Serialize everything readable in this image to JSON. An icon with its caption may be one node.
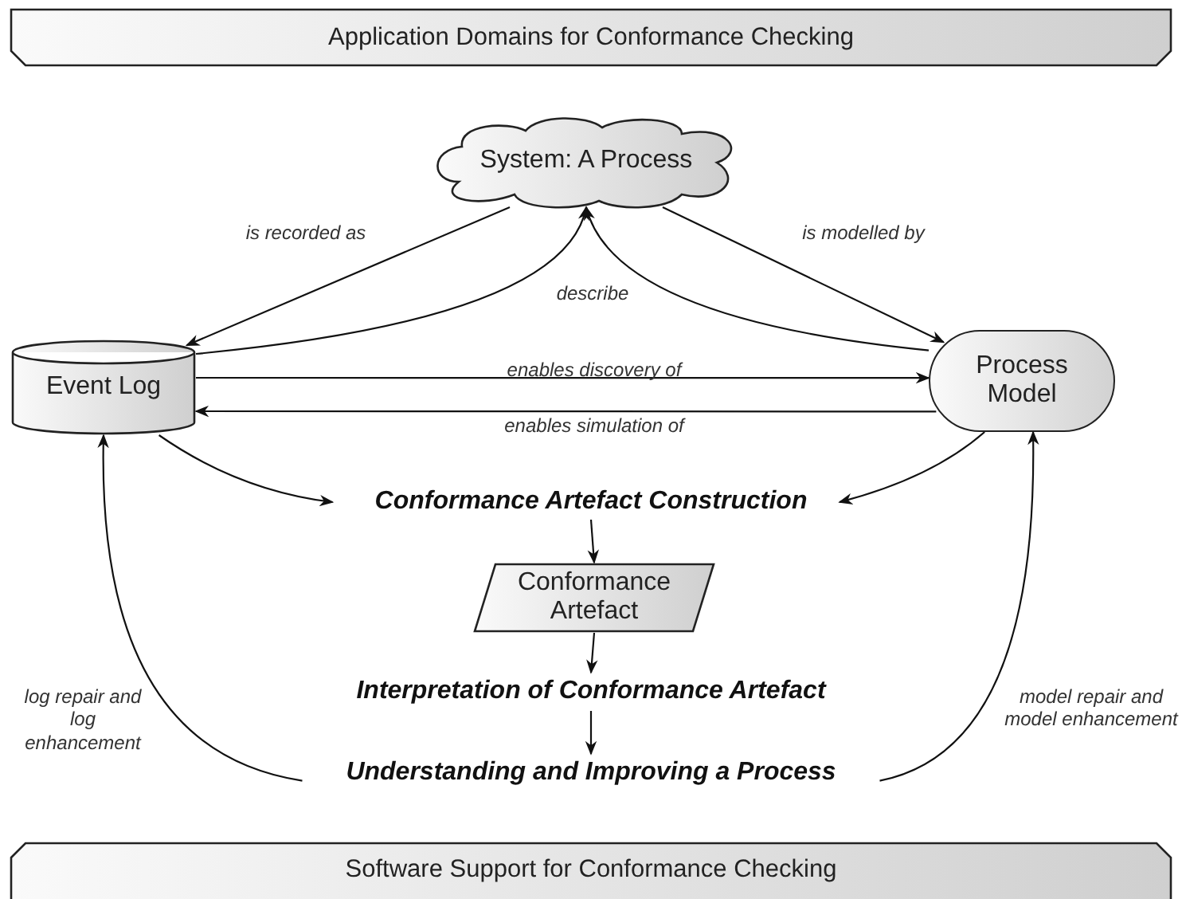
{
  "diagram": {
    "nodes": [
      {
        "text": [
          "Application Domains for Conformance Checking"
        ]
      },
      {
        "text": [
          "System: A Process"
        ]
      },
      {
        "text": [
          "Event Log"
        ]
      },
      {
        "text": [
          "Process Model"
        ]
      },
      {
        "text": [
          "Conformance Artefact Construction"
        ]
      },
      {
        "text": [
          "Conformance Artefact"
        ]
      },
      {
        "text": [
          "Interpretation of Conformance Artefact"
        ]
      },
      {
        "text": [
          "Understanding and Improving a Process"
        ]
      },
      {
        "text": [
          "Software Support for Conformance Checking"
        ]
      }
    ],
    "edges": [
      {
        "from": 1,
        "to": 2,
        "arrow": "to",
        "label": "is recorded as"
      },
      {
        "from": 1,
        "to": 3,
        "arrow": "to",
        "label": "is modelled by"
      },
      {
        "from": 2,
        "to": 1,
        "arrow": "to",
        "label": "describe"
      },
      {
        "from": 3,
        "to": 1,
        "arrow": "to"
      },
      {
        "from": 2,
        "to": 3,
        "arrow": "to",
        "label": "enables discovery of"
      },
      {
        "from": 3,
        "to": 2,
        "arrow": "to",
        "label": "enables simulation of"
      },
      {
        "from": 2,
        "to": 4,
        "arrow": "to"
      },
      {
        "from": 3,
        "to": 4,
        "arrow": "to"
      },
      {
        "from": 4,
        "to": 5,
        "arrow": "to"
      },
      {
        "from": 5,
        "to": 6,
        "arrow": "to"
      },
      {
        "from": 6,
        "to": 7,
        "arrow": "to"
      },
      {
        "from": 7,
        "to": 2,
        "arrow": "to",
        "label": "log repair and log enhancement"
      },
      {
        "from": 7,
        "to": 3,
        "arrow": "to",
        "label": "model repair and model enhancement"
      }
    ]
  }
}
